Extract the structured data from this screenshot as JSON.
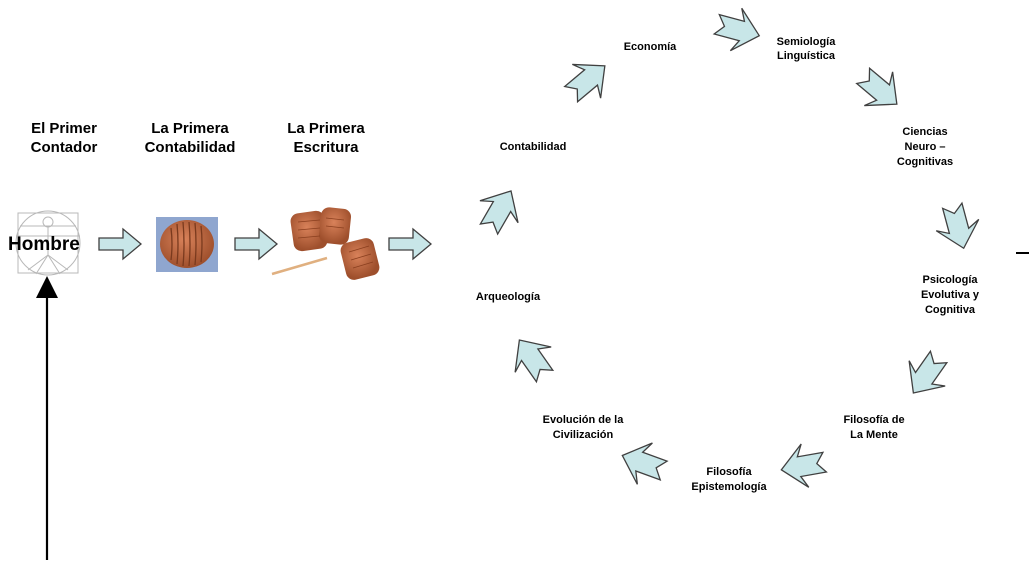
{
  "headings": [
    [
      "El Primer",
      "Contador"
    ],
    [
      "La Primera",
      "Contabilidad"
    ],
    [
      "La Primera",
      "Escritura"
    ]
  ],
  "hombre_label": "Hombre",
  "cycle_labels": {
    "contabilidad": [
      "Contabilidad"
    ],
    "economia": [
      "Economía"
    ],
    "semiologia": [
      "Semiología",
      "Linguística"
    ],
    "ciencias": [
      "Ciencias",
      "Neuro –",
      "Cognitivas"
    ],
    "psicologia": [
      "Psicología",
      "Evolutiva y",
      "Cognitiva"
    ],
    "filosofia_mente": [
      "Filosofía de",
      "La Mente"
    ],
    "filosofia_epist": [
      "Filosofía",
      "Epistemología"
    ],
    "evolucion": [
      "Evolución de la",
      "Civilización"
    ],
    "arqueologia": [
      "Arqueología"
    ]
  },
  "colors": {
    "arrow_fill": "#c8e6e8",
    "arrow_stroke": "#404040",
    "tablet": "#c56a3f",
    "tablet_bg": "#8fa6cf",
    "text": "#000000"
  }
}
